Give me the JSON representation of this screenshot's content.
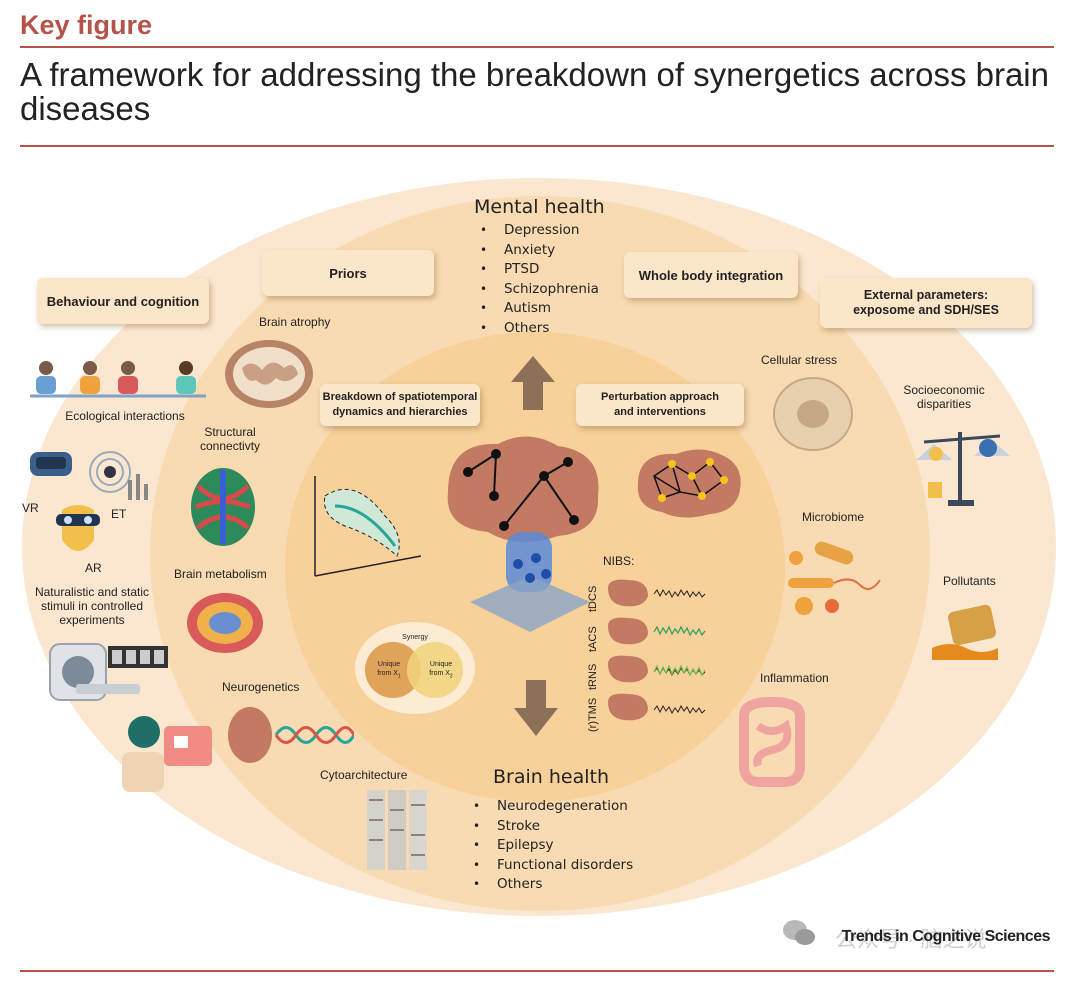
{
  "header": {
    "label": "Key figure",
    "title": "A framework for addressing the breakdown of synergetics across brain diseases"
  },
  "colors": {
    "accent": "#b5534b",
    "outer": "#fbe7cf",
    "middle": "#f7d8ab",
    "inner": "#f6cd93",
    "box": "#fbe6c9",
    "arrow": "#8c7158"
  },
  "boxes": {
    "behaviour": "Behaviour and cognition",
    "priors": "Priors",
    "whole_body": "Whole body integration",
    "external_1": "External parameters:",
    "external_2": "exposome  and SDH/SES",
    "breakdown_1": "Breakdown of spatiotemporal",
    "breakdown_2": "dynamics and hierarchies",
    "perturbation_1": "Perturbation approach",
    "perturbation_2": "and interventions"
  },
  "mental_health": {
    "heading": "Mental health",
    "items": [
      "Depression",
      "Anxiety",
      "PTSD",
      "Schizophrenia",
      "Autism",
      "Others"
    ]
  },
  "brain_health": {
    "heading": "Brain health",
    "items": [
      "Neurodegeneration",
      "Stroke",
      "Epilepsy",
      "Functional disorders",
      "Others"
    ]
  },
  "left_labels": {
    "ecological": "Ecological interactions",
    "vr": "VR",
    "et": "ET",
    "ar": "AR",
    "naturalistic_1": "Naturalistic and static",
    "naturalistic_2": "stimuli in controlled",
    "naturalistic_3": "experiments"
  },
  "priors_labels": {
    "atrophy": "Brain atrophy",
    "structural_1": "Structural",
    "structural_2": "connectivty",
    "metabolism": "Brain metabolism",
    "neurogenetics": "Neurogenetics",
    "cytoarchitecture": "Cytoarchitecture"
  },
  "body_labels": {
    "cellular": "Cellular stress",
    "microbiome": "Microbiome",
    "inflammation": "Inflammation"
  },
  "external_labels": {
    "socio_1": "Socioeconomic",
    "socio_2": "disparities",
    "pollutants": "Pollutants"
  },
  "synergy": {
    "title": "Synergy",
    "left_1": "Unique",
    "left_2": "from X",
    "left_sub": "1",
    "right_1": "Unique",
    "right_2": "from X",
    "right_sub": "2"
  },
  "nibs": {
    "title": "NIBS:",
    "methods": [
      "tDCS",
      "tACS",
      "tRNS",
      "(r)TMS"
    ]
  },
  "footer": {
    "journal": "Trends in Cognitive Sciences",
    "watermark_cn": "公众号 · 脑之说"
  }
}
